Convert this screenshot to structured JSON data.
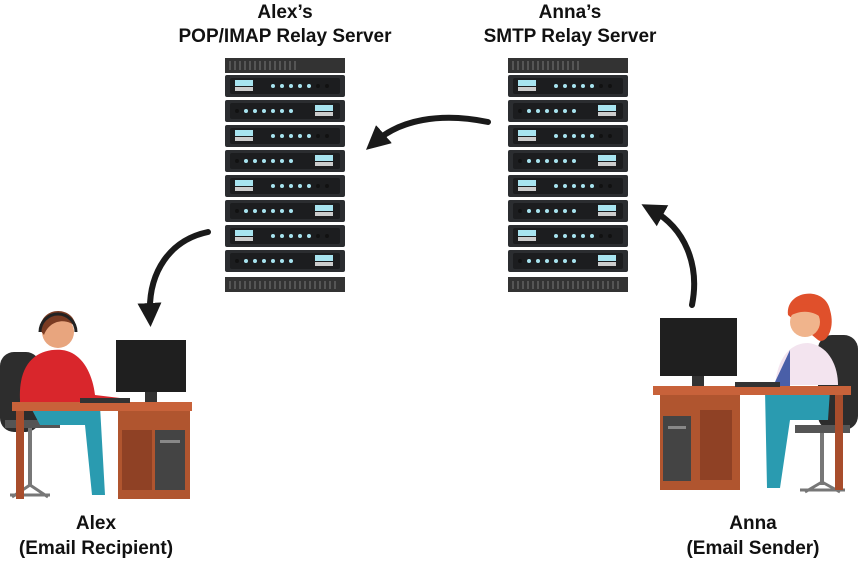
{
  "servers": {
    "pop": {
      "owner": "Alex’s",
      "name": "POP/IMAP Relay Server"
    },
    "smtp": {
      "owner": "Anna’s",
      "name": "SMTP Relay Server"
    }
  },
  "people": {
    "recipient": {
      "name": "Alex",
      "role": "(Email Recipient)"
    },
    "sender": {
      "name": "Anna",
      "role": "(Email Sender)"
    }
  },
  "colors": {
    "rack": "#2b2d30",
    "led": "#a8e4f0",
    "desk": "#c8623a",
    "alex_shirt": "#d9262c",
    "pants": "#2a9bb0",
    "anna_hair": "#e0502b"
  }
}
